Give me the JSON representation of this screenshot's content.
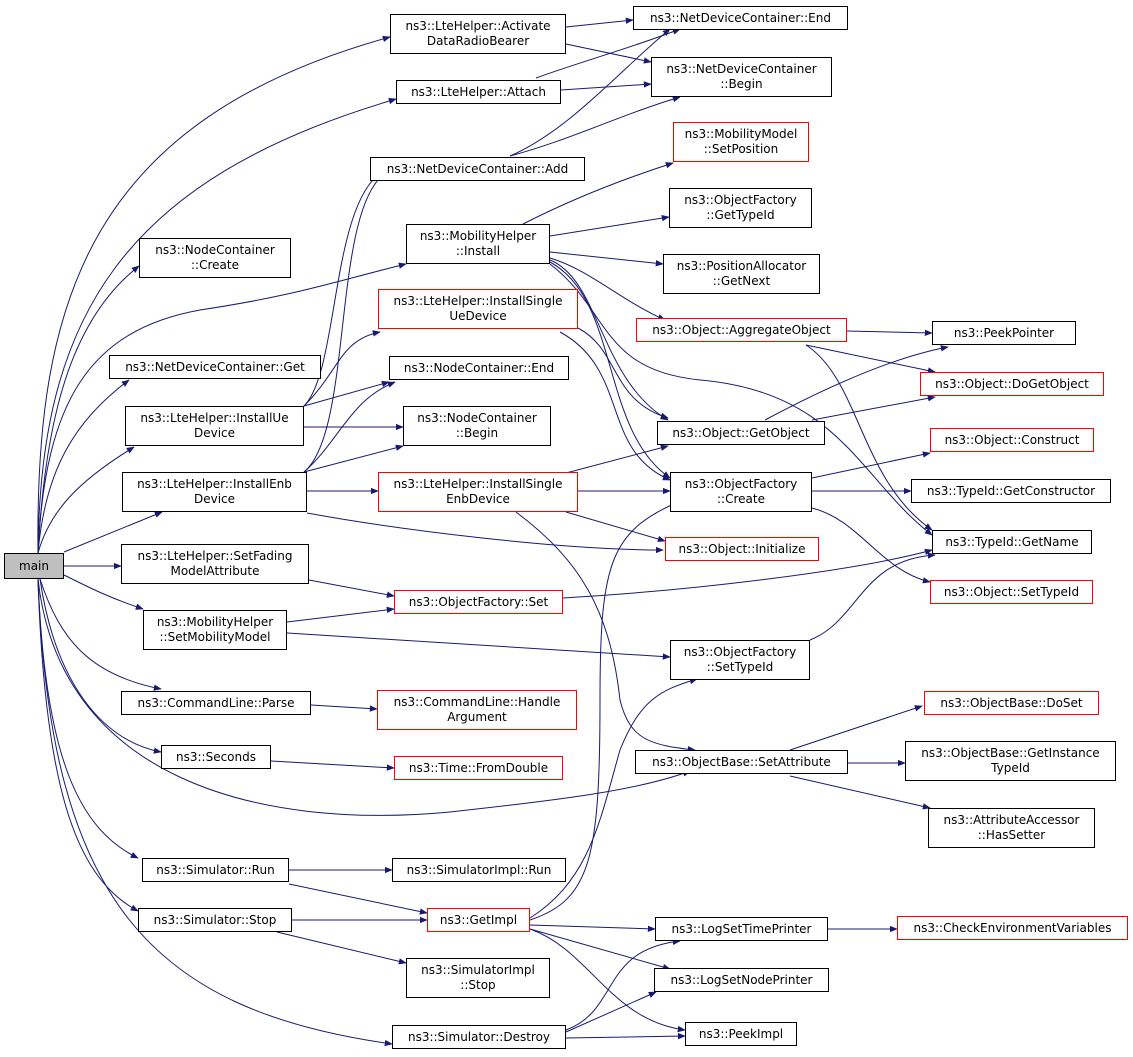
{
  "colors": {
    "edge": "#191970",
    "border": "#000000",
    "highlight_border": "#ff0000",
    "root_fill": "#bfbfbf"
  },
  "nodes": {
    "main": "main",
    "activate_drb": "ns3::LteHelper::Activate\nDataRadioBearer",
    "attach": "ns3::LteHelper::Attach",
    "ndc_add": "ns3::NetDeviceContainer::Add",
    "ndc_end": "ns3::NetDeviceContainer::End",
    "ndc_begin": "ns3::NetDeviceContainer\n::Begin",
    "nc_create": "ns3::NodeContainer\n::Create",
    "mobility_install": "ns3::MobilityHelper\n::Install",
    "install_single_ue": "ns3::LteHelper::InstallSingle\nUeDevice",
    "ndc_get": "ns3::NetDeviceContainer::Get",
    "nc_end": "ns3::NodeContainer::End",
    "install_ue": "ns3::LteHelper::InstallUe\nDevice",
    "nc_begin": "ns3::NodeContainer\n::Begin",
    "install_enb": "ns3::LteHelper::InstallEnb\nDevice",
    "install_single_enb": "ns3::LteHelper::InstallSingle\nEnbDevice",
    "set_fading": "ns3::LteHelper::SetFading\nModelAttribute",
    "set_mobility": "ns3::MobilityHelper\n::SetMobilityModel",
    "of_set": "ns3::ObjectFactory::Set",
    "cl_parse": "ns3::CommandLine::Parse",
    "cl_handle": "ns3::CommandLine::Handle\nArgument",
    "seconds": "ns3::Seconds",
    "time_fromdouble": "ns3::Time::FromDouble",
    "sim_run": "ns3::Simulator::Run",
    "simimpl_run": "ns3::SimulatorImpl::Run",
    "get_impl": "ns3::GetImpl",
    "sim_stop": "ns3::Simulator::Stop",
    "simimpl_stop": "ns3::SimulatorImpl\n::Stop",
    "sim_destroy": "ns3::Simulator::Destroy",
    "mm_setpos": "ns3::MobilityModel\n::SetPosition",
    "of_gettypeid": "ns3::ObjectFactory\n::GetTypeId",
    "pa_getnext": "ns3::PositionAllocator\n::GetNext",
    "obj_aggregate": "ns3::Object::AggregateObject",
    "obj_getobject": "ns3::Object::GetObject",
    "of_create": "ns3::ObjectFactory\n::Create",
    "obj_initialize": "ns3::Object::Initialize",
    "of_settypeid": "ns3::ObjectFactory\n::SetTypeId",
    "ob_setattr": "ns3::ObjectBase::SetAttribute",
    "log_timeprinter": "ns3::LogSetTimePrinter",
    "log_nodeprinter": "ns3::LogSetNodePrinter",
    "peekimpl": "ns3::PeekImpl",
    "peekpointer": "ns3::PeekPointer",
    "obj_dogetobject": "ns3::Object::DoGetObject",
    "obj_construct": "ns3::Object::Construct",
    "typeid_getctor": "ns3::TypeId::GetConstructor",
    "typeid_getname": "ns3::TypeId::GetName",
    "obj_settypeid": "ns3::Object::SetTypeId",
    "ob_doset": "ns3::ObjectBase::DoSet",
    "ob_getinstance": "ns3::ObjectBase::GetInstance\nTypeId",
    "aa_hassetter": "ns3::AttributeAccessor\n::HasSetter",
    "check_env": "ns3::CheckEnvironmentVariables"
  }
}
